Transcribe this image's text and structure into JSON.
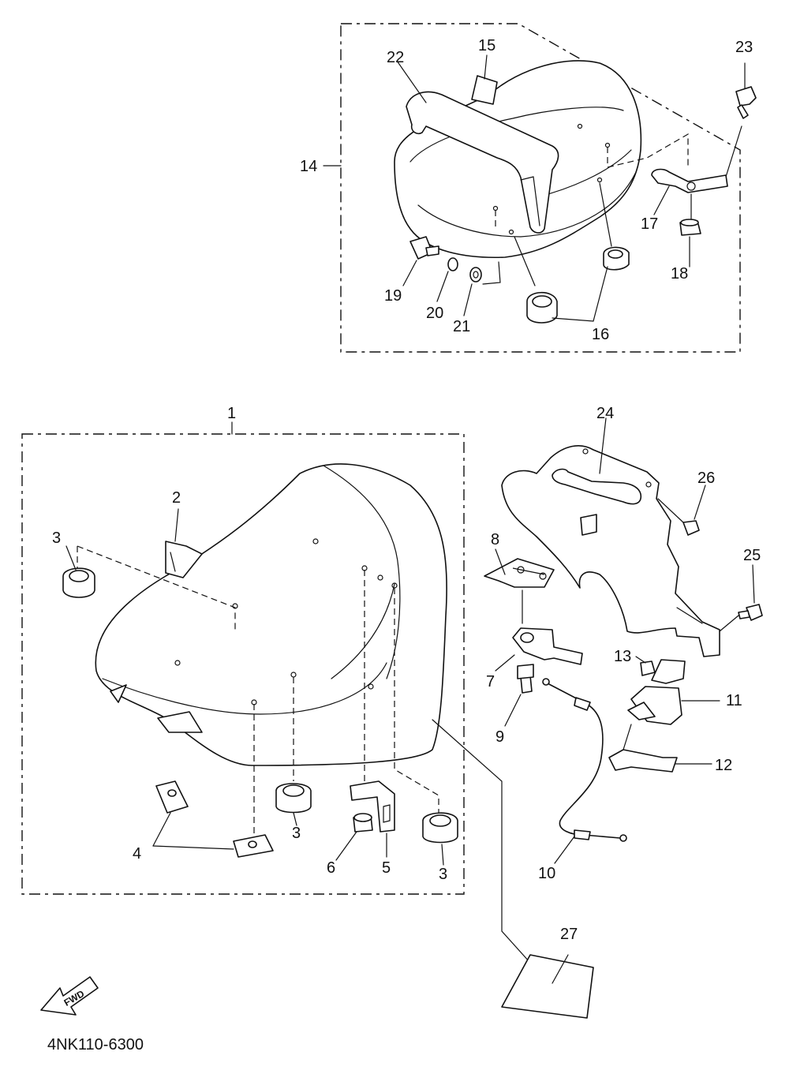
{
  "diagram": {
    "code": "4NK110-6300",
    "fwd_label": "FWD",
    "parts": [
      {
        "id": "p1",
        "label": "1"
      },
      {
        "id": "p2",
        "label": "2"
      },
      {
        "id": "p3a",
        "label": "3"
      },
      {
        "id": "p3b",
        "label": "3"
      },
      {
        "id": "p3c",
        "label": "3"
      },
      {
        "id": "p4",
        "label": "4"
      },
      {
        "id": "p5",
        "label": "5"
      },
      {
        "id": "p6",
        "label": "6"
      },
      {
        "id": "p7",
        "label": "7"
      },
      {
        "id": "p8",
        "label": "8"
      },
      {
        "id": "p9",
        "label": "9"
      },
      {
        "id": "p10",
        "label": "10"
      },
      {
        "id": "p11",
        "label": "11"
      },
      {
        "id": "p12",
        "label": "12"
      },
      {
        "id": "p13",
        "label": "13"
      },
      {
        "id": "p14",
        "label": "14"
      },
      {
        "id": "p15",
        "label": "15"
      },
      {
        "id": "p16",
        "label": "16"
      },
      {
        "id": "p17",
        "label": "17"
      },
      {
        "id": "p18",
        "label": "18"
      },
      {
        "id": "p19",
        "label": "19"
      },
      {
        "id": "p20",
        "label": "20"
      },
      {
        "id": "p21",
        "label": "21"
      },
      {
        "id": "p22",
        "label": "22"
      },
      {
        "id": "p23",
        "label": "23"
      },
      {
        "id": "p24",
        "label": "24"
      },
      {
        "id": "p25",
        "label": "25"
      },
      {
        "id": "p26",
        "label": "26"
      },
      {
        "id": "p27",
        "label": "27"
      }
    ]
  }
}
